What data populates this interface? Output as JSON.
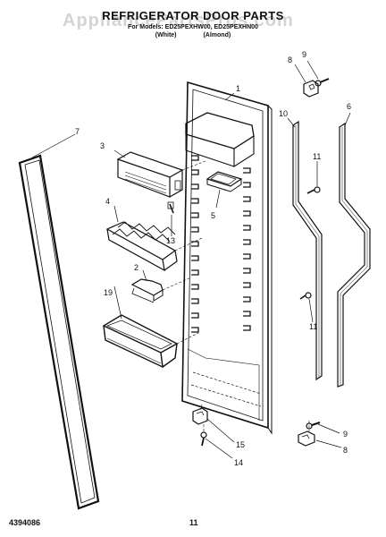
{
  "header": {
    "title": "REFRIGERATOR DOOR PARTS",
    "subtitle": "For Models: ED25PEXHW00, ED25PEXHN00",
    "color_white": "(White)",
    "color_almond": "(Almond)"
  },
  "watermark": "AppliancePartsPros.com",
  "footer": {
    "doc_number": "4394086",
    "page_number": "11"
  },
  "callouts": {
    "c1": "1",
    "c2": "2",
    "c3": "3",
    "c4": "4",
    "c5": "5",
    "c6": "6",
    "c7": "7",
    "c8a": "8",
    "c8b": "8",
    "c9a": "9",
    "c9b": "9",
    "c10": "10",
    "c11a": "11",
    "c11b": "11",
    "c13": "13",
    "c14": "14",
    "c15": "15",
    "c19": "19"
  },
  "colors": {
    "ink": "#111111",
    "watermark": "#a0a0a0"
  }
}
